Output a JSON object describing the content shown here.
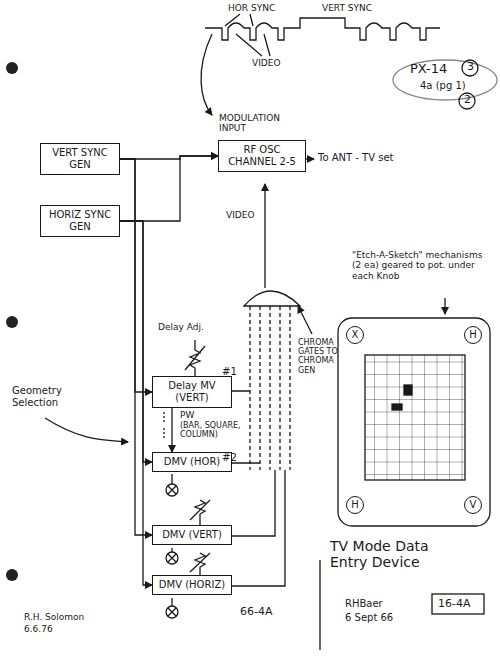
{
  "diagram": {
    "nodes": [
      {
        "text": [
          "VERT SYNC GEN"
        ]
      },
      {
        "text": [
          "HORIZ SYNC GEN"
        ]
      },
      {
        "text": [
          "MODULATION INPUT",
          "RF OSC CHANNEL 2-5"
        ]
      },
      {
        "text": [
          "Delay MV (VERT)"
        ]
      },
      {
        "text": [
          "DMV (HOR)"
        ]
      },
      {
        "text": [
          "DMV (VERT)"
        ]
      },
      {
        "text": [
          "DMV (HORIZ)"
        ]
      },
      {
        "text": [
          "X"
        ]
      },
      {
        "text": [
          "H"
        ]
      },
      {
        "text": [
          "H"
        ]
      },
      {
        "text": [
          "V"
        ]
      }
    ],
    "edges": [
      {
        "from": 0,
        "to": 2,
        "arrow": "to"
      },
      {
        "from": 1,
        "to": 2,
        "arrow": "to"
      },
      {
        "from": 0,
        "to": 3,
        "arrow": "to"
      },
      {
        "from": 1,
        "to": 4,
        "arrow": "to"
      },
      {
        "from": 0,
        "to": 5,
        "arrow": "to"
      },
      {
        "from": 1,
        "to": 6,
        "arrow": "to"
      },
      {
        "from": 3,
        "to": 4,
        "arrow": "to"
      }
    ],
    "labels": [
      "HOR SYNC",
      "VERT SYNC",
      "VIDEO",
      "PX-14",
      "3",
      "4a (pg 1)",
      "2",
      "To ANT - TV set",
      "VIDEO",
      "Delay Adj.",
      "#1",
      "PW",
      "(BAR, SQUARE, COLUMN)",
      "#2",
      "Geometry Selection",
      "CHROMA GATES TO CHROMA GEN",
      "\"Etch-A-Sketch\" mechanisms (2 ea) geared to pot. under each Knob",
      "TV Mode Data Entry Device",
      "RHBaer",
      "6 Sept 66",
      "16-4A",
      "66-4A",
      "R.H. Solomon",
      "6.6.76"
    ]
  }
}
